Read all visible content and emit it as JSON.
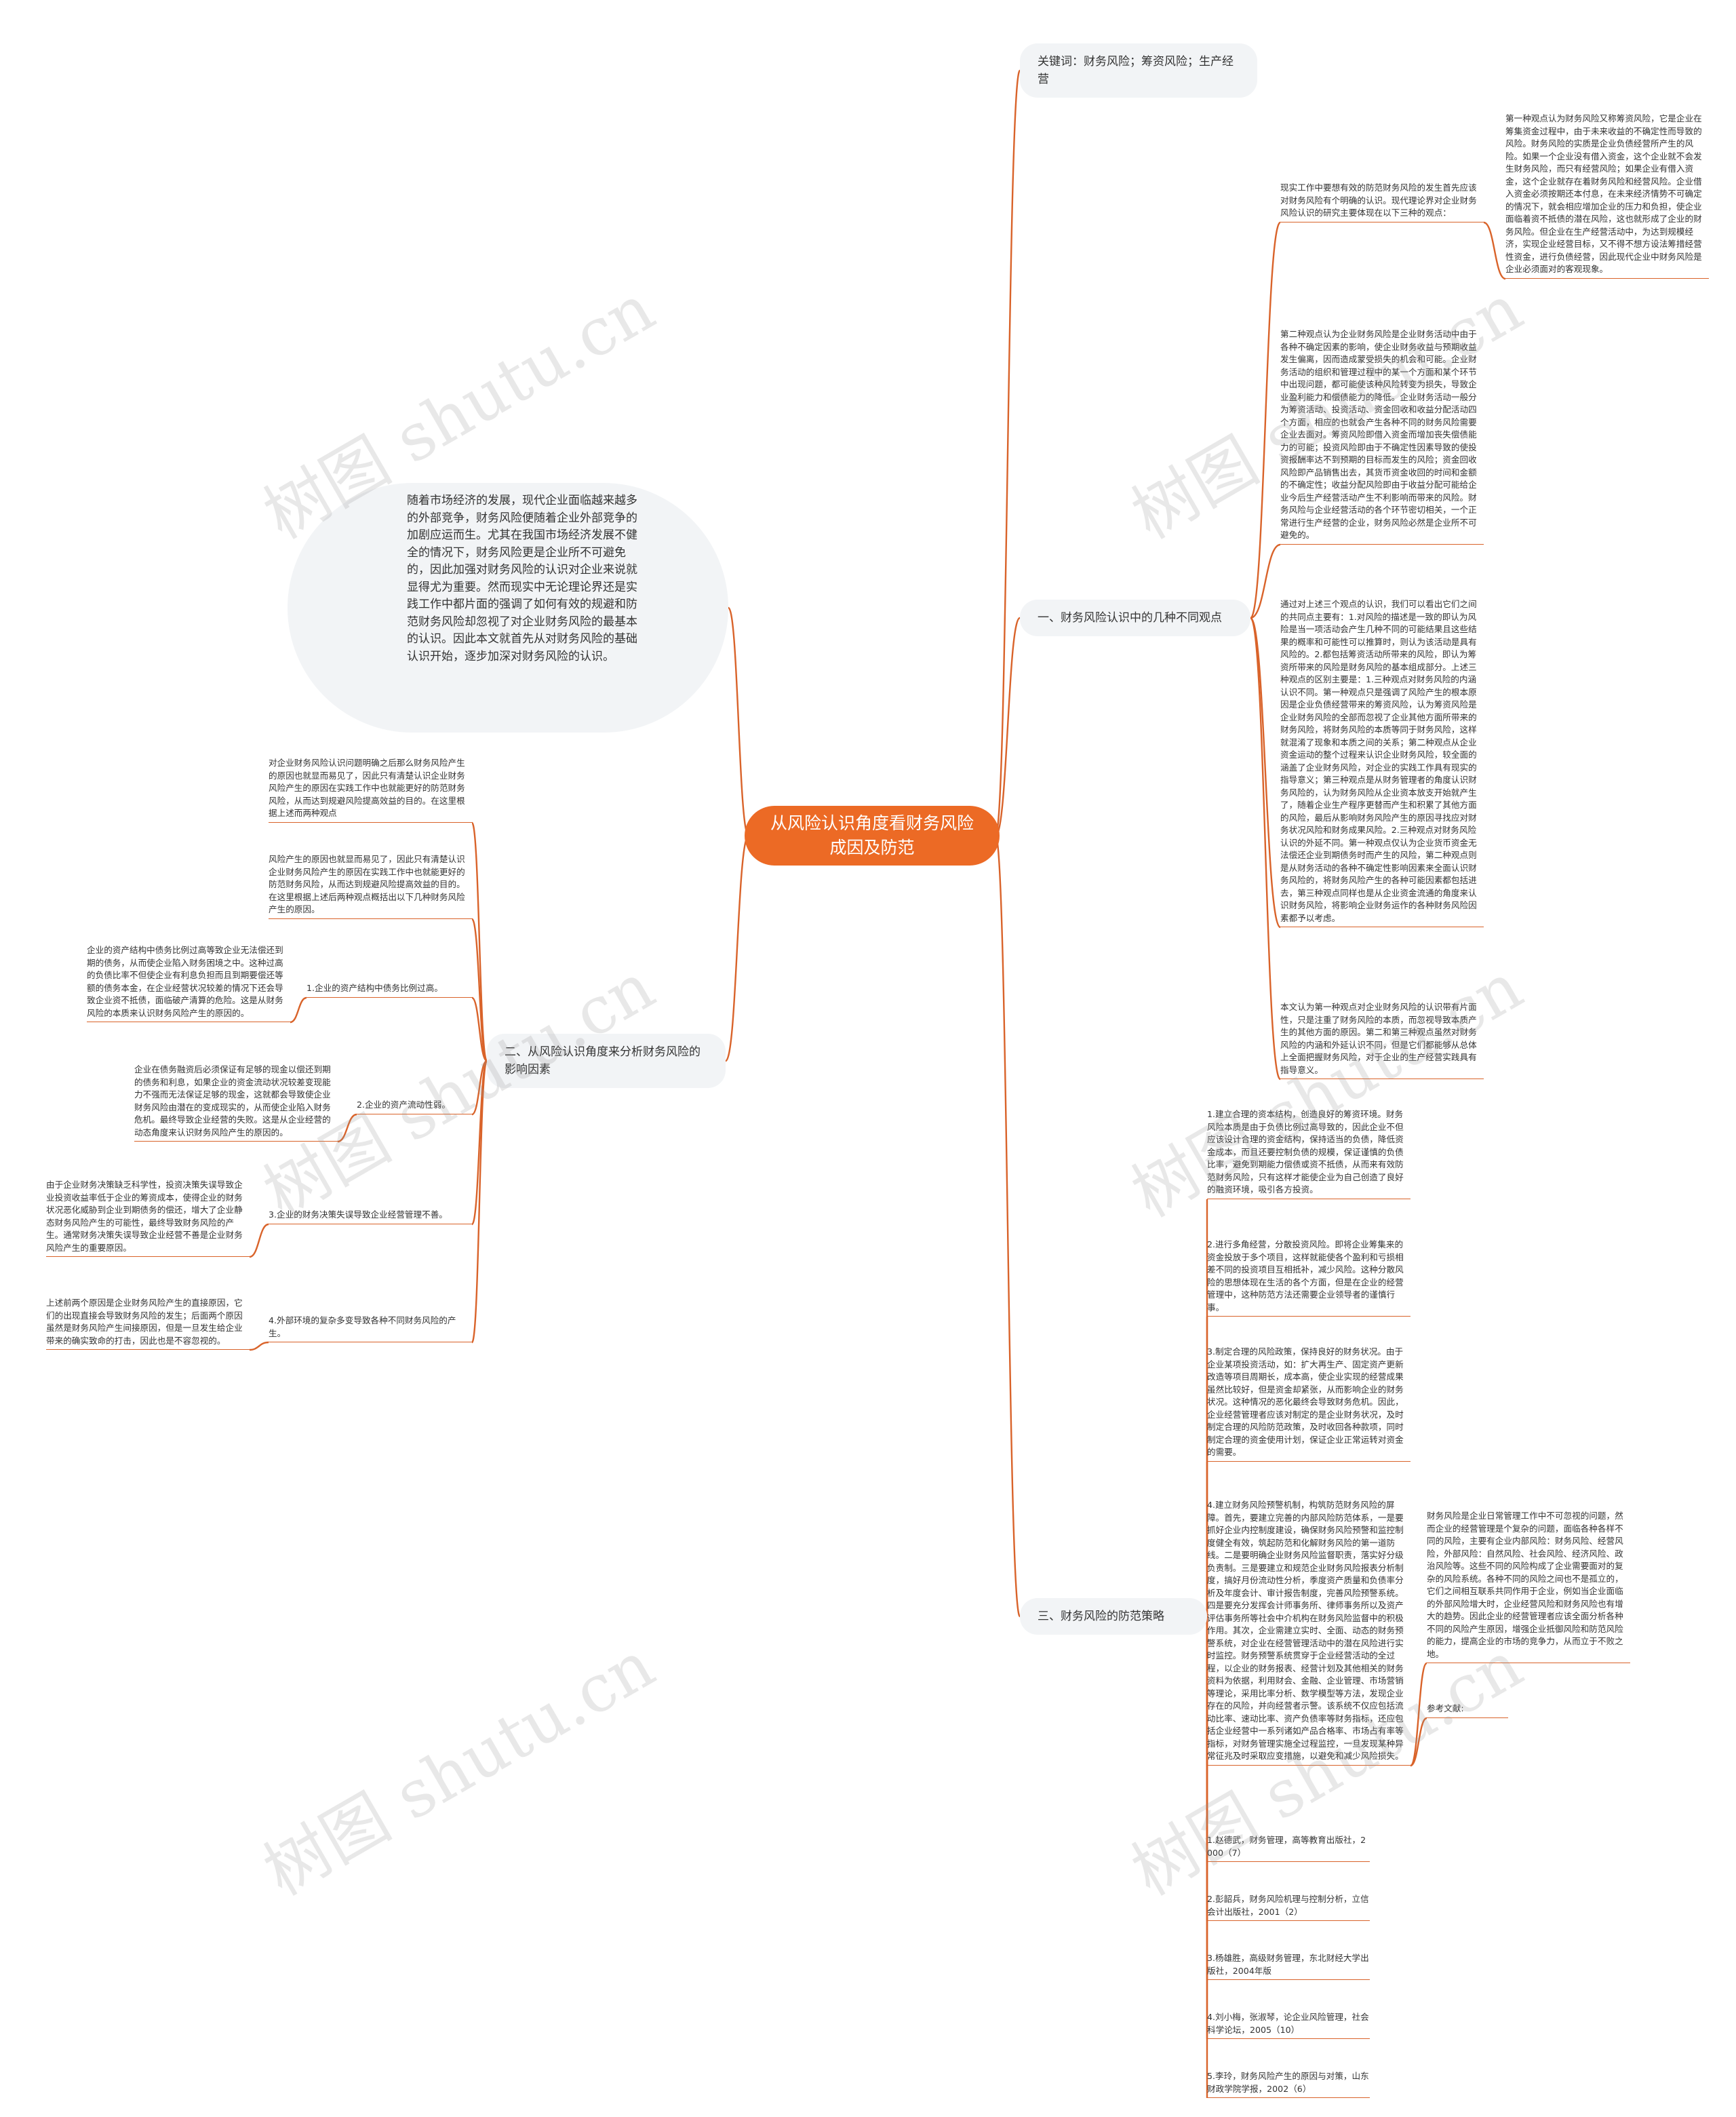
{
  "root": "从风险认识角度看财务风险成因及防范",
  "intro": "随着市场经济的发展，现代企业面临越来越多的外部竞争，财务风险便随着企业外部竞争的加剧应运而生。尤其在我国市场经济发展不健全的情况下，财务风险更是企业所不可避免的，因此加强对财务风险的认识对企业来说就显得尤为重要。然而现实中无论理论界还是实践工作中都片面的强调了如何有效的规避和防范财务风险却忽视了对企业财务风险的最基本的认识。因此本文就首先从对财务风险的基础认识开始，逐步加深对财务风险的认识。",
  "keywords": "关键词：财务风险；筹资风险；生产经营",
  "branch1": {
    "label": "一、财务风险认识中的几种不同观点",
    "items": [
      "现实工作中要想有效的防范财务风险的发生首先应该对财务风险有个明确的认识。现代理论界对企业财务风险认识的研究主要体现在以下三种的观点：",
      "第二种观点认为企业财务风险是企业财务活动中由于各种不确定因素的影响，使企业财务收益与预期收益发生偏离，因而造成蒙受损失的机会和可能。企业财务活动的组织和管理过程中的某一个方面和某个环节中出现问题，都可能使该种风险转变为损失，导致企业盈利能力和偿债能力的降低。企业财务活动一般分为筹资活动、投资活动、资金回收和收益分配活动四个方面，相应的也就会产生各种不同的财务风险需要企业去面对。筹资风险即借入资金而增加丧失偿债能力的可能；投资风险即由于不确定性因素导致的使投资报酬率达不到预期的目标而发生的风险；资金回收风险即产品销售出去，其货币资金收回的时间和金额的不确定性；收益分配风险即由于收益分配可能给企业今后生产经营活动产生不利影响而带来的风险。财务风险与企业经营活动的各个环节密切相关，一个正常进行生产经营的企业，财务风险必然是企业所不可避免的。",
      "通过对上述三个观点的认识，我们可以看出它们之间的共同点主要有：1.对风险的描述是一致的即认为风险是当一项活动会产生几种不同的可能结果且这些结果的概率和可能性可以推算时，则认为该活动是具有风险的。2.都包括筹资活动所带来的风险，即认为筹资所带来的风险是财务风险的基本组成部分。上述三种观点的区别主要是：1.三种观点对财务风险的内涵认识不同。第一种观点只是强调了风险产生的根本原因是企业负债经营带来的筹资风险，认为筹资风险是企业财务风险的全部而忽视了企业其他方面所带来的财务风险，将财务风险的本质等同于财务风险，这样就混淆了现象和本质之间的关系；第二种观点从企业资金运动的整个过程来认识企业财务风险，较全面的涵盖了企业财务风险，对企业的实践工作具有现实的指导意义；第三种观点是从财务管理者的角度认识财务风险的，认为财务风险从企业资本放支开始就产生了，随着企业生产程序更替而产生和积累了其他方面的风险，最后从影响财务风险产生的原因寻找应对财务状况风险和财务成果风险。2.三种观点对财务风险认识的外延不同。第一种观点仅认为企业货币资金无法偿还企业到期债务时而产生的风险，第二种观点则是从财务活动的各种不确定性影响因素来全面认识财务风险的，将财务风险产生的各种可能因素都包括进去，第三种观点同样也是从企业资金流通的角度来认识财务风险，将影响企业财务运作的各种财务风险因素都予以考虑。",
      "本文认为第一种观点对企业财务风险的认识带有片面性，只是注重了财务风险的本质，而忽视导致本质产生的其他方面的原因。第二和第三种观点虽然对财务风险的内涵和外延认识不同，但是它们都能够从总体上全面把握财务风险，对于企业的生产经营实践具有指导意义。"
    ],
    "sub": "第一种观点认为财务风险又称筹资风险，它是企业在筹集资金过程中，由于未来收益的不确定性而导致的风险。财务风险的实质是企业负债经营所产生的风险。如果一个企业没有借入资金，这个企业就不会发生财务风险，而只有经营风险；如果企业有借入资金，这个企业就存在着财务风险和经营风险。企业借入资金必须按期还本付息，在未来经济情势不可确定的情况下，就会相应增加企业的压力和负担，使企业面临着资不抵债的潜在风险，这也就形成了企业的财务风险。但企业在生产经营活动中，为达到规模经济，实现企业经营目标，又不得不想方设法筹措经营性资金，进行负债经营，因此现代企业中财务风险是企业必须面对的客观现象。"
  },
  "branch2": {
    "label": "二、从风险认识角度来分析财务风险的影响因素",
    "items": [
      "对企业财务风险认识问题明确之后那么财务风险产生的原因也就显而易见了，因此只有清楚认识企业财务风险产生的原因在实践工作中也就能更好的防范财务风险，从而达到规避风险提高效益的目的。在这里根据上述而两种观点",
      "风险产生的原因也就显而易见了，因此只有清楚认识企业财务风险产生的原因在实践工作中也就能更好的防范财务风险，从而达到规避风险提高效益的目的。在这里根据上述后两种观点概括出以下几种财务风险产生的原因。",
      "1.企业的资产结构中债务比例过高。",
      "2.企业的资产流动性弱。",
      "3.企业的财务决策失误导致企业经营管理不善。",
      "4.外部环境的复杂多变导致各种不同财务风险的产生。"
    ],
    "details": [
      "企业的资产结构中债务比例过高等致企业无法偿还到期的债务，从而使企业陷入财务困境之中。这种过高的负债比率不但使企业有利息负担而且到期要偿还等额的债务本金，在企业经营状况较差的情况下还会导致企业资不抵债，面临破产清算的危险。这是从财务风险的本质来认识财务风险产生的原因的。",
      "企业在债务融资后必须保证有足够的现金以偿还到期的债务和利息，如果企业的资金流动状况较差变现能力不强而无法保证足够的现金，这就都会导致使企业财务风险由潜在的变成现实的，从而使企业陷入财务危机。最终导致企业经营的失败。这是从企业经营的动态角度来认识财务风险产生的原因的。",
      "由于企业财务决策缺乏科学性，投资决策失误导致企业投资收益率低于企业的筹资成本，使得企业的财务状况恶化威胁到企业到期债务的偿还，增大了企业静态财务风险产生的可能性，最终导致财务风险的产生。通常财务决策失误导致企业经营不善是企业财务风险产生的重要原因。",
      "上述前两个原因是企业财务风险产生的直接原因，它们的出现直接会导致财务风险的发生；后面两个原因虽然是财务风险产生间接原因，但是一旦发生给企业带来的确实致命的打击，因此也是不容忽视的。"
    ]
  },
  "branch3": {
    "label": "三、财务风险的防范策略",
    "items": [
      "1.建立合理的资本结构，创造良好的筹资环境。财务风险本质是由于负债比例过高导致的，因此企业不但应该设计合理的资金结构，保持适当的负债，降低资金成本，而且还要控制负债的规模，保证谨慎的负债比率，避免到期能力偿债或资不抵债，从而来有效防范财务风险，只有这样才能使企业为自己创造了良好的融资环境，吸引各方投资。",
      "2.进行多角经营，分散投资风险。即将企业筹集来的资金投放于多个项目，这样就能使各个盈利和亏损相差不同的投资项目互相抵补，减少风险。这种分散风险的思想体现在生活的各个方面，但是在企业的经营管理中，这种防范方法还需要企业领导者的谨慎行事。",
      "3.制定合理的风险政策，保持良好的财务状况。由于企业某项投资活动，如：扩大再生产、固定资产更新改造等项目周期长，成本高，使企业实现的经营成果虽然比较好，但是资金却紧张，从而影响企业的财务状况。这种情况的恶化最终会导致财务危机。因此，企业经营管理者应该对制定的是企业财务状况，及时制定合理的风险防范政策，及时收回各种款项，同时制定合理的资金使用计划，保证企业正常运转对资金的需要。",
      "4.建立财务风险预警机制，构筑防范财务风险的屏障。首先，要建立完善的内部风险防范体系，一是要抓好企业内控制度建设，确保财务风险预警和监控制度健全有效，筑起防范和化解财务风险的第一道防线。二是要明确企业财务风险监督职责，落实好分级负责制。三是要建立和规范企业财务风险报表分析制度，搞好月份流动性分析，季度资产质量和负债率分析及年度会计、审计报告制度，完善风险预警系统。四是要充分发挥会计师事务所、律师事务所以及资产评估事务所等社会中介机构在财务风险监督中的积极作用。其次，企业需建立实时、全面、动态的财务预警系统，对企业在经营管理活动中的潜在风险进行实时监控。财务预警系统贯穿于企业经营活动的全过程，以企业的财务报表、经营计划及其他相关的财务资料为依据，利用财会、金融、企业管理、市场营销等理论，采用比率分析、数学模型等方法，发现企业存在的风险，并向经营者示警。该系统不仅应包括流动比率、速动比率、资产负债率等财务指标，还应包括企业经营中一系列诸如产品合格率、市场占有率等指标，对财务管理实施全过程监控，一旦发现某种异常征兆及时采取应变措施，以避免和减少风险损失。",
      "1.赵德武，财务管理，高等教育出版社，2000（7）",
      "2.彭韶兵，财务风险机理与控制分析，立信会计出版社，2001（2）",
      "3.杨雄胜，高级财务管理，东北财经大学出版社，2004年版",
      "4.刘小梅，张淑琴，论企业风险管理，社会科学论坛，2005（10）",
      "5.李玲，财务风险产生的原因与对策，山东财政学院学报，2002（6）"
    ],
    "sub": "财务风险是企业日常管理工作中不可忽视的问题，然而企业的经营管理是个复杂的问题，面临各种各样不同的风险，主要有企业内部风险：财务风险、经营风险，外部风险：自然风险、社会风险、经济风险、政治风险等。这些不同的风险构成了企业需要面对的复杂的风险系统。各种不同的风险之间也不是孤立的，它们之间相互联系共同作用于企业，例如当企业面临的外部风险增大时，企业经营风险和财务风险也有增大的趋势。因此企业的经营管理者应该全面分析各种不同的风险产生原因，增强企业抵御风险和防范风险的能力，提高企业的市场的竞争力，从而立于不败之地。",
    "ref_label": "参考文献:"
  },
  "watermark": "树图 shutu.cn"
}
